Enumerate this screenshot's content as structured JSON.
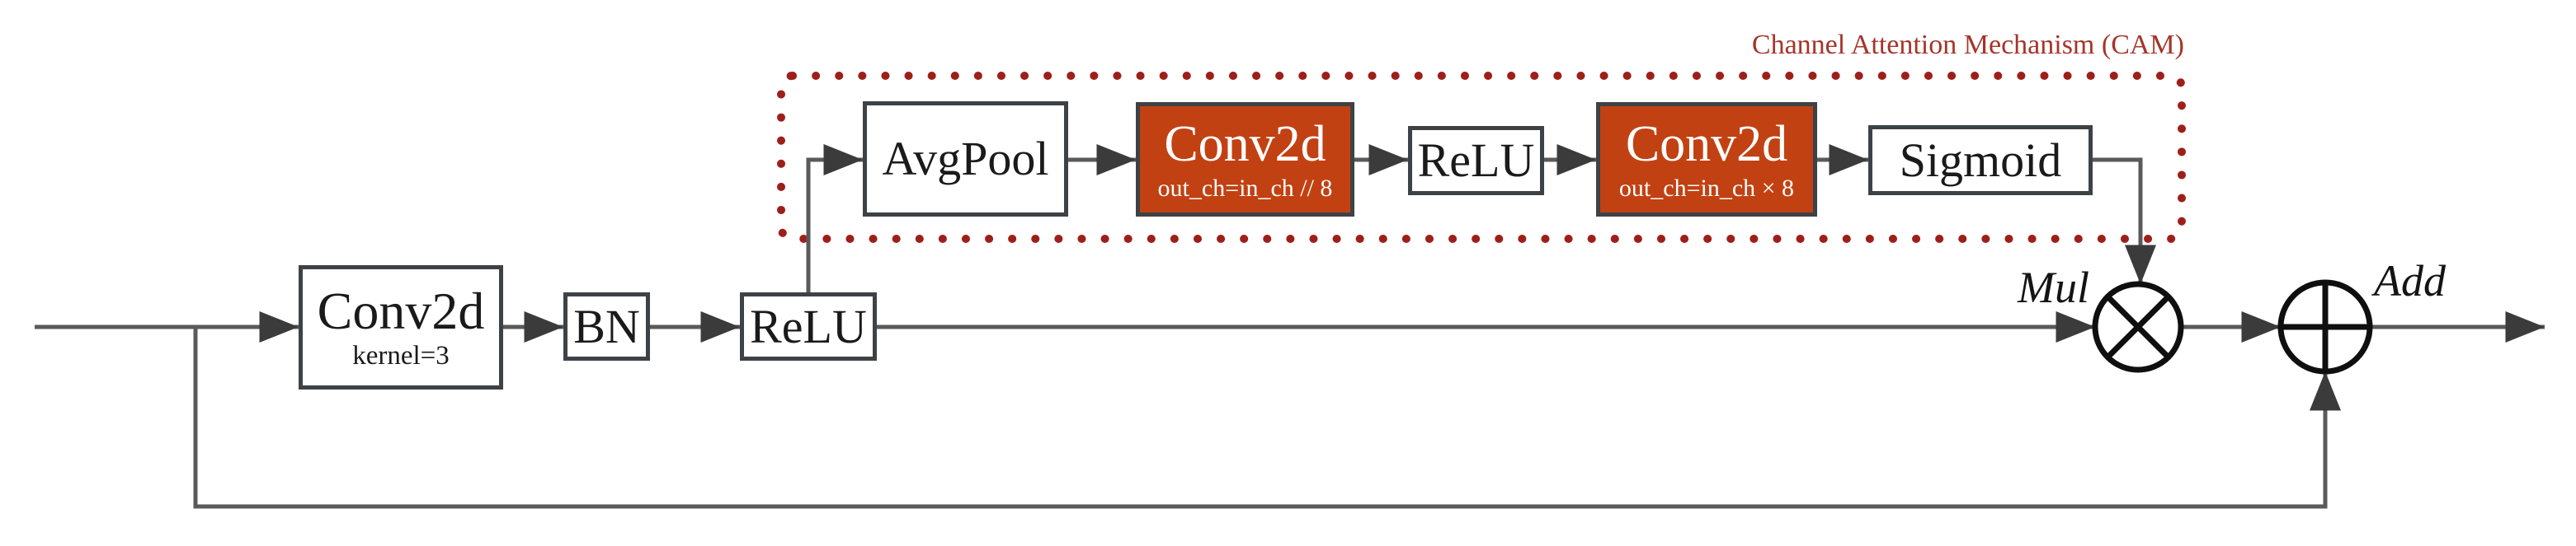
{
  "colors": {
    "accent_orange": "#C24112",
    "cam_border_red": "#9E1F1A",
    "cam_label_red": "#A5352A",
    "line_gray": "#5a5a5a",
    "arrow_dark": "#3b3b3b",
    "border_dark": "#3d4247",
    "circle_black": "#0f0f0f"
  },
  "main_path": {
    "conv": {
      "title": "Conv2d",
      "subtitle": "kernel=3"
    },
    "bn": {
      "title": "BN"
    },
    "relu": {
      "title": "ReLU"
    }
  },
  "cam": {
    "label": "Channel Attention Mechanism (CAM)",
    "avgpool": {
      "title": "AvgPool"
    },
    "conv_reduce": {
      "title": "Conv2d",
      "subtitle": "out_ch=in_ch // 8"
    },
    "relu": {
      "title": "ReLU"
    },
    "conv_expand": {
      "title": "Conv2d",
      "subtitle": "out_ch=in_ch × 8"
    },
    "sigmoid": {
      "title": "Sigmoid"
    }
  },
  "operators": {
    "mul": "Mul",
    "add": "Add"
  }
}
